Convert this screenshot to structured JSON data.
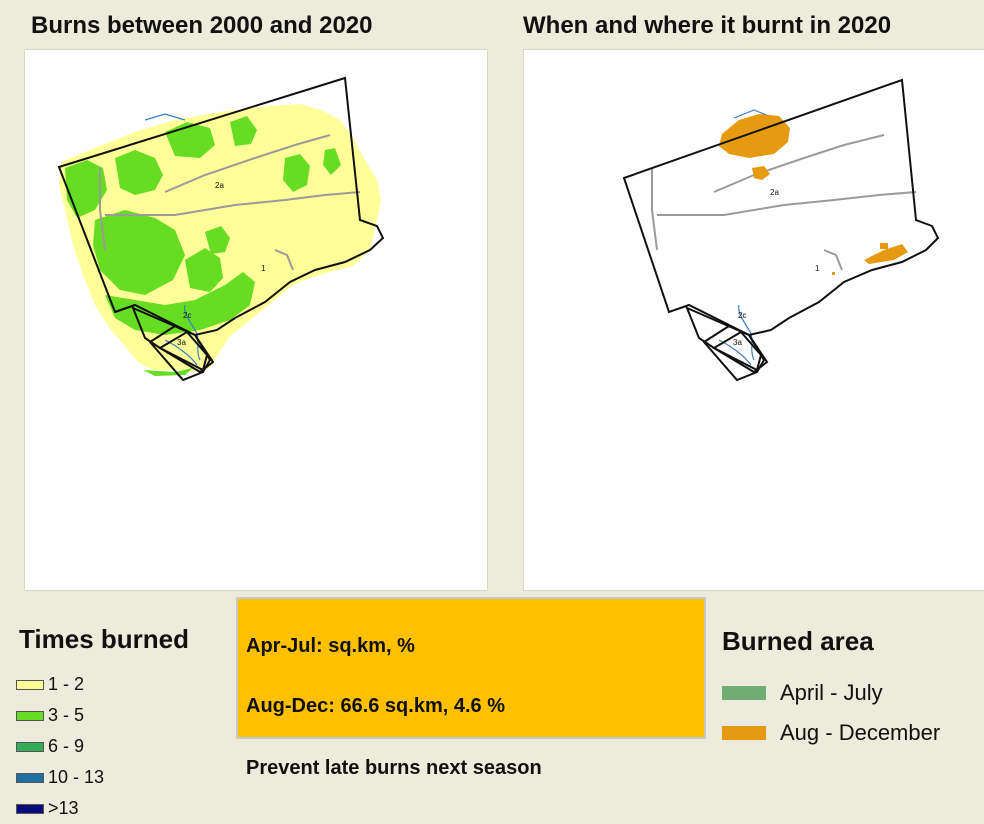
{
  "left_map": {
    "title": "Burns between 2000 and 2020",
    "labels": [
      "2a",
      "1",
      "2c",
      "3a"
    ]
  },
  "right_map": {
    "title": "When and where it burnt in 2020",
    "labels": [
      "2a",
      "1",
      "2c",
      "3a"
    ]
  },
  "times_burned_legend": {
    "title": "Times burned",
    "items": [
      {
        "label": "1 - 2",
        "color": "#ffff99"
      },
      {
        "label": "3 - 5",
        "color": "#66dd22"
      },
      {
        "label": "6 - 9",
        "color": "#33aa55"
      },
      {
        "label": "10 - 13",
        "color": "#1f6fa0"
      },
      {
        "label": ">13",
        "color": "#0a0a7a"
      }
    ]
  },
  "summary": {
    "line1": "Apr-Jul:  sq.km,  %",
    "line2": "Aug-Dec: 66.6 sq.km, 4.6 %",
    "line3": "Prevent late burns next season",
    "background": "#ffc000"
  },
  "burned_area_legend": {
    "title": "Burned area",
    "items": [
      {
        "label": "April - July",
        "color": "#70ad72"
      },
      {
        "label": "Aug - December",
        "color": "#e69a10"
      }
    ]
  }
}
